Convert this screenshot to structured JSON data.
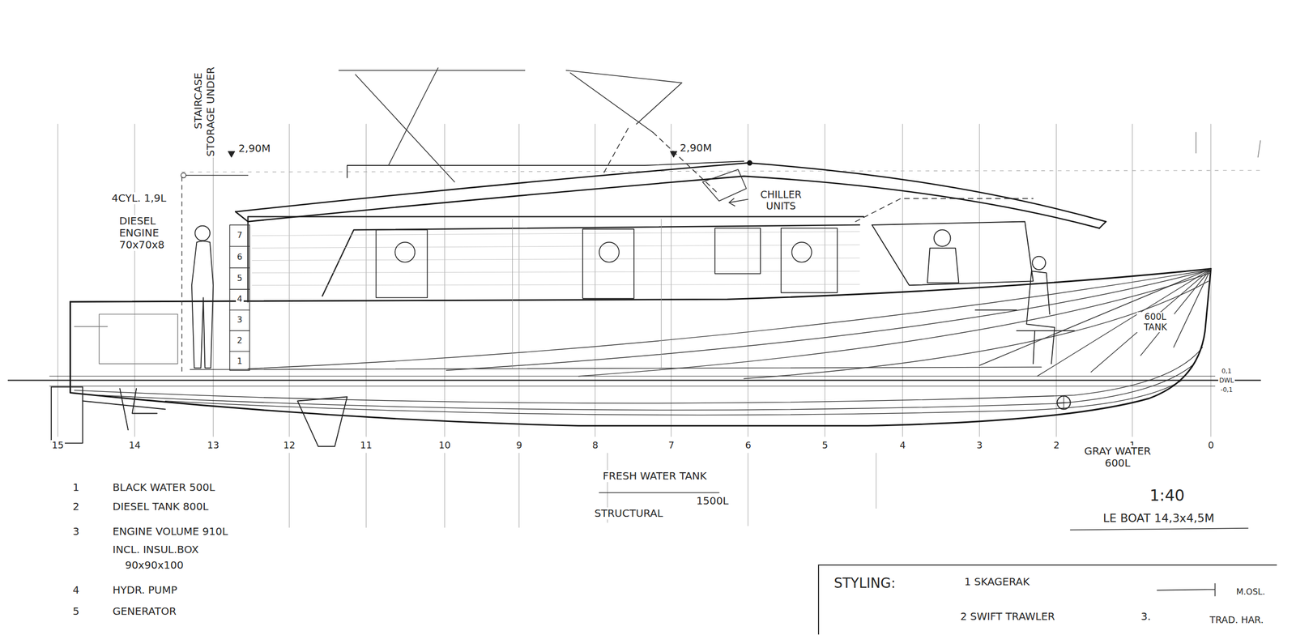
{
  "diagram": {
    "nodes": [
      {
        "text": [
          "STYLING:",
          "1 SKAGERAK",
          "2 SWIFT TRAWLER",
          "3.",
          "TRAD. HAR.",
          "M.OSL."
        ]
      }
    ],
    "labels": [
      "STAIRCASE",
      "STORAGE UNDER",
      "2,90M",
      "2,90M",
      "4CYL. 1,9L",
      "DIESEL ENGINE 70x70x8",
      "CHILLER UNITS",
      "7",
      "6",
      "5",
      "4",
      "3",
      "2",
      "1",
      "600L TANK",
      "0,1",
      "DWL",
      "-0,1",
      "15",
      "14",
      "13",
      "12",
      "11",
      "10",
      "9",
      "8",
      "7",
      "6",
      "5",
      "4",
      "3",
      "2",
      "1",
      "0",
      "1",
      "BLACK WATER 500L",
      "2",
      "DIESEL TANK 800L",
      "3",
      "ENGINE VOLUME 910L",
      "INCL. INSUL.BOX",
      "90x90x100",
      "4",
      "HYDR. PUMP",
      "5",
      "GENERATOR",
      "FRESH WATER TANK",
      "1500L",
      "STRUCTURAL",
      "GRAY WATER 600L",
      "1:40",
      "LE BOAT 14,3x4,5M"
    ]
  }
}
